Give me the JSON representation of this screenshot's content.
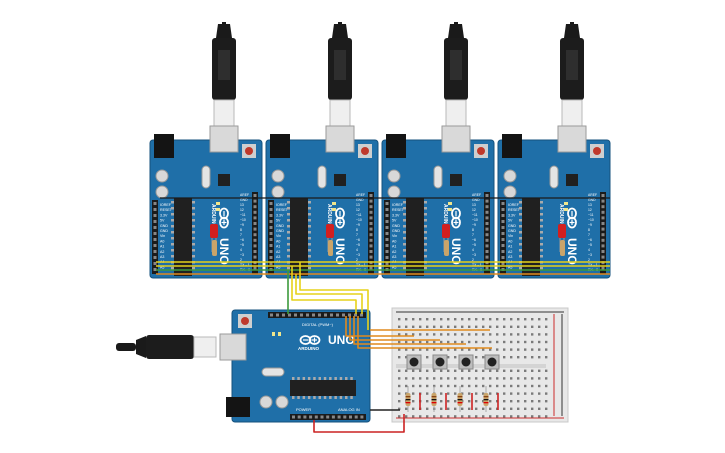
{
  "canvas": {
    "background": "#ffffff"
  },
  "colors": {
    "board": "#1f6fa8",
    "board_dark": "#16527d",
    "header": "#1b1b1b",
    "chip": "#202020",
    "usb_metal": "#d9d9d9",
    "cable": "#1a1a1a",
    "breadboard": "#e8e8e8",
    "rail_red": "#cc2b2b",
    "rail_dark": "#333333",
    "wire_yellow": "#e6d21a",
    "wire_green": "#3c9a3c",
    "wire_orange": "#e08a1e",
    "wire_red": "#cc2222",
    "wire_black": "#222222",
    "button_cap": "#222222",
    "resistor_body": "#c9a46a",
    "led_red": "#d21f1f"
  },
  "icons": {
    "arduino_logo": "infinity-logo-icon",
    "usb_connector": "usb-plug-icon",
    "dc_jack": "power-jack-icon",
    "reset_button": "reset-button-icon"
  },
  "boards": {
    "top": [
      {
        "model": "UNO",
        "maker": "ARDUINO",
        "analog_label": "ANALOG IN",
        "power_label": "POWER",
        "pins_right": [
          "AREF",
          "GND",
          "13",
          "12",
          "~11",
          "~10",
          "~9",
          "8",
          "7",
          "~6",
          "~5",
          "4",
          "~3",
          "2",
          "TX→1",
          "RX←0"
        ],
        "pins_left": [
          "IOREF",
          "RESET",
          "3.3V",
          "5V",
          "GND",
          "GND",
          "Vin",
          "A0",
          "A1",
          "A2",
          "A3",
          "A4",
          "A5"
        ]
      },
      {
        "model": "UNO",
        "maker": "ARDUINO",
        "analog_label": "ANALOG IN",
        "power_label": "POWER",
        "pins_right": [
          "AREF",
          "GND",
          "13",
          "12",
          "~11",
          "~10",
          "~9",
          "8",
          "7",
          "~6",
          "~5",
          "4",
          "~3",
          "2",
          "TX→1",
          "RX←0"
        ],
        "pins_left": [
          "IOREF",
          "RESET",
          "3.3V",
          "5V",
          "GND",
          "GND",
          "Vin",
          "A0",
          "A1",
          "A2",
          "A3",
          "A4",
          "A5"
        ]
      },
      {
        "model": "UNO",
        "maker": "ARDUINO",
        "analog_label": "ANALOG IN",
        "power_label": "POWER",
        "pins_right": [
          "AREF",
          "GND",
          "13",
          "12",
          "~11",
          "~10",
          "~9",
          "8",
          "7",
          "~6",
          "~5",
          "4",
          "~3",
          "2",
          "TX→1",
          "RX←0"
        ],
        "pins_left": [
          "IOREF",
          "RESET",
          "3.3V",
          "5V",
          "GND",
          "GND",
          "Vin",
          "A0",
          "A1",
          "A2",
          "A3",
          "A4",
          "A5"
        ]
      },
      {
        "model": "UNO",
        "maker": "ARDUINO",
        "analog_label": "ANALOG IN",
        "power_label": "POWER",
        "pins_right": [
          "AREF",
          "GND",
          "13",
          "12",
          "~11",
          "~10",
          "~9",
          "8",
          "7",
          "~6",
          "~5",
          "4",
          "~3",
          "2",
          "TX→1",
          "RX←0"
        ],
        "pins_left": [
          "IOREF",
          "RESET",
          "3.3V",
          "5V",
          "GND",
          "GND",
          "Vin",
          "A0",
          "A1",
          "A2",
          "A3",
          "A4",
          "A5"
        ]
      }
    ],
    "bottom": {
      "model": "UNO",
      "maker": "ARDUINO",
      "digital_label": "DIGITAL (PWM~)",
      "power_label": "POWER",
      "analog_label": "ANALOG IN"
    }
  },
  "breadboard": {
    "buttons": 4,
    "resistors": 4
  }
}
